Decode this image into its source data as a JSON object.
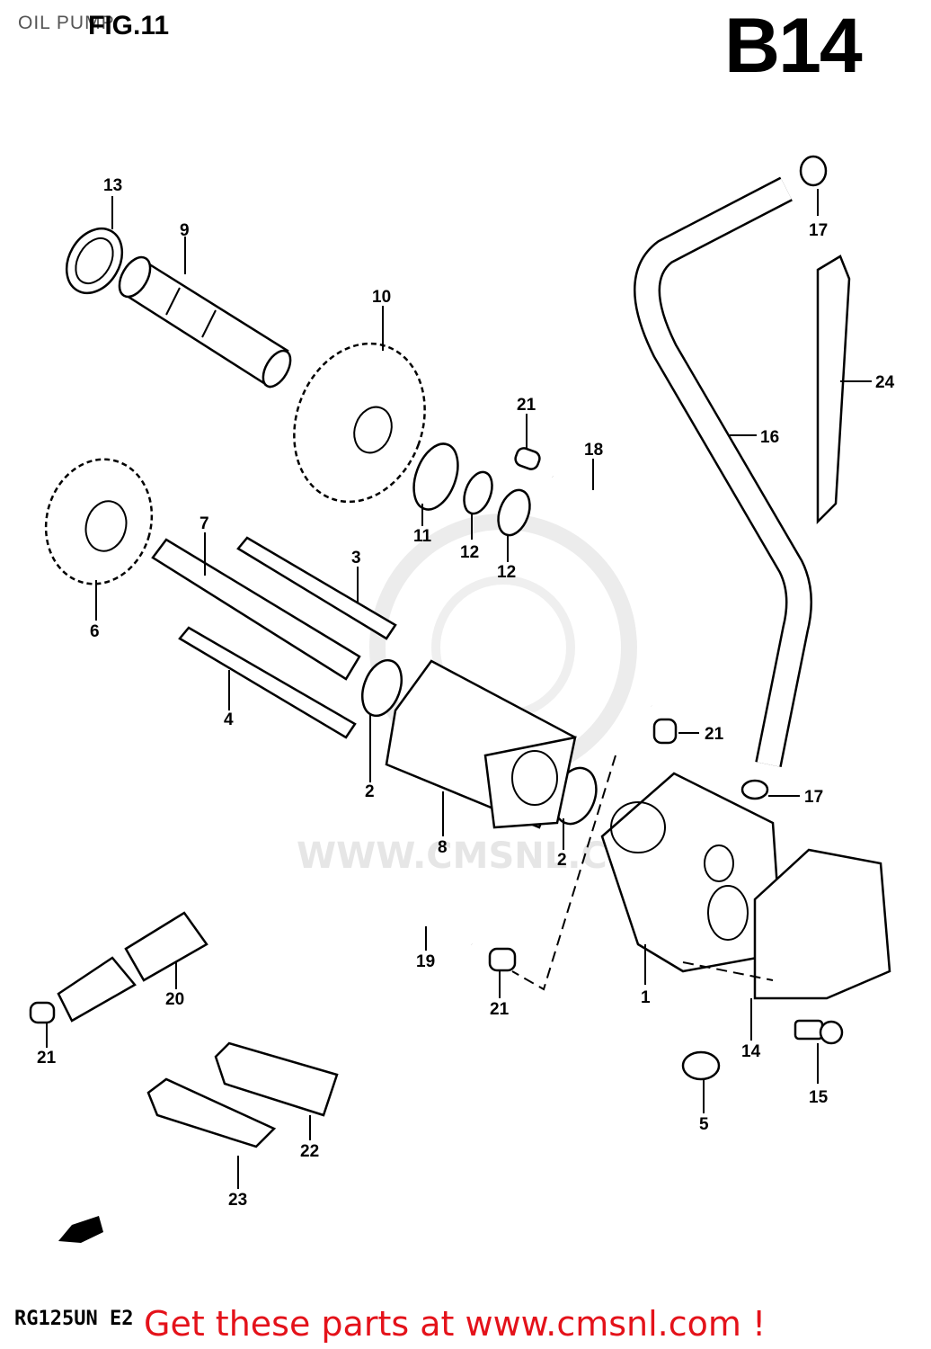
{
  "header": {
    "top_label": "OIL PUMP",
    "fig_label": "FIG.11",
    "page_code": "B14"
  },
  "footer": {
    "model_code": "RG125UN E2",
    "promo_text": "Get these parts at www.cmsnl.com !"
  },
  "watermark": {
    "text": "WWW.CMSNL.COM"
  },
  "colors": {
    "promo": "#e4121a",
    "line": "#000000",
    "watermark": "#e6e6e6"
  },
  "callouts": [
    "13",
    "9",
    "10",
    "21",
    "18",
    "16",
    "17",
    "24",
    "11",
    "12",
    "12",
    "6",
    "7",
    "3",
    "4",
    "2",
    "8",
    "2",
    "21",
    "17",
    "19",
    "20",
    "21",
    "21",
    "1",
    "14",
    "15",
    "5",
    "22",
    "23"
  ]
}
